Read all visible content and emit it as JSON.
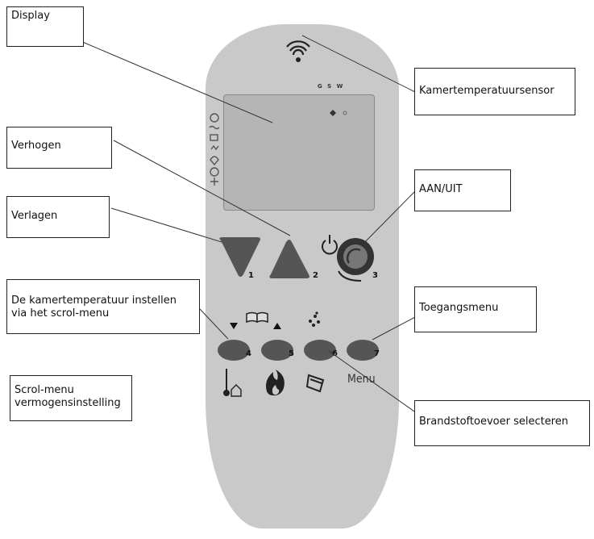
{
  "callouts": {
    "display": "Display",
    "sensor": "Kamertemperatuursensor",
    "increase": "Verhogen",
    "power": "AAN/UIT",
    "decrease": "Verlagen",
    "room_temp": "De kamertemperatuur instellen\nvia het scrol-menu",
    "access_menu": "Toegangsmenu",
    "power_scroll": "Scrol-menu\nvermogensinstelling",
    "fuel_select": "Brandstoftoevoer selecteren"
  },
  "display_indicators": "G S W",
  "button_numbers": [
    "1",
    "2",
    "3",
    "4",
    "5",
    "6",
    "7"
  ],
  "menu_label": "Menu",
  "colors": {
    "remote_body": "#c9c9c9",
    "display_panel": "#b5b5b5",
    "button": "#555555",
    "leader_line": "#333333"
  }
}
